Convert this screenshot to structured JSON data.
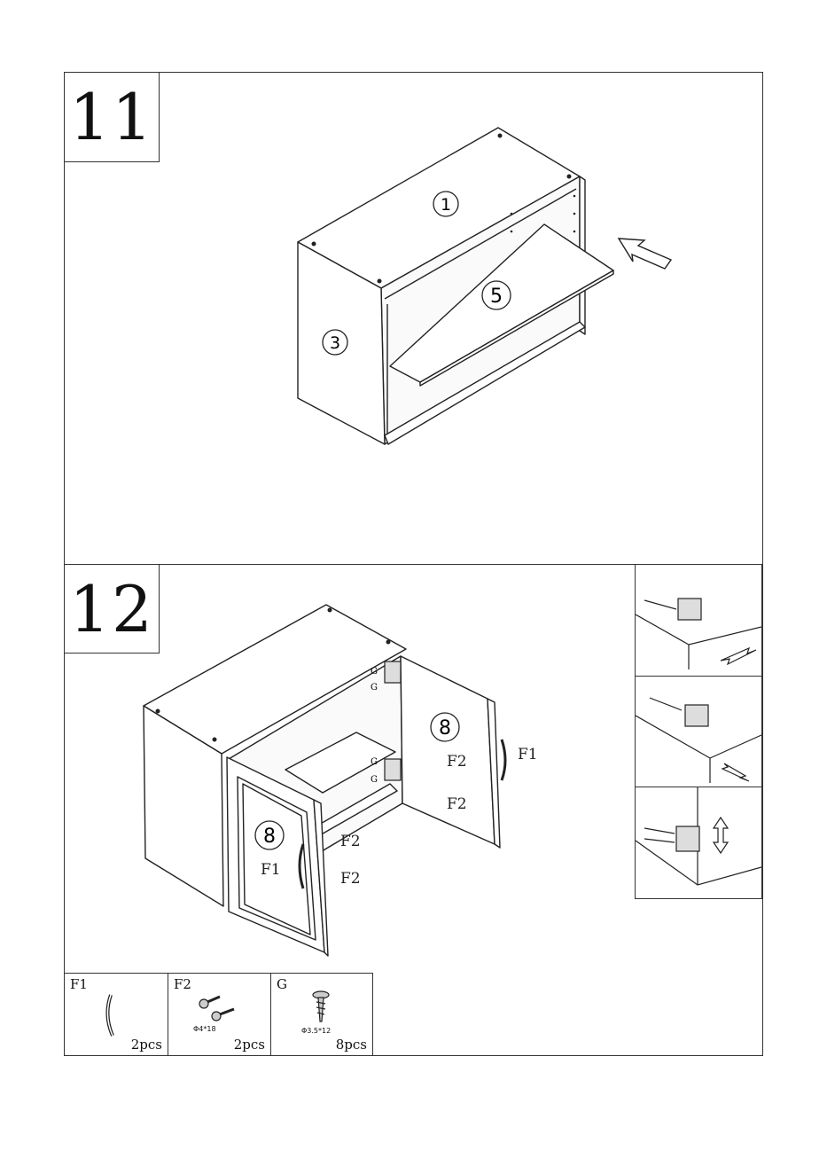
{
  "steps": [
    {
      "number": "11",
      "part_labels": [
        "1",
        "3",
        "5"
      ]
    },
    {
      "number": "12",
      "part_labels": [
        "8",
        "8"
      ],
      "hardware_labels": {
        "f1": "F1",
        "f2": "F2",
        "g": "G"
      }
    }
  ],
  "parts": [
    {
      "code": "F1",
      "spec": "",
      "qty": "2pcs",
      "icon": "handle-icon"
    },
    {
      "code": "F2",
      "spec": "Φ4*18",
      "qty": "2pcs",
      "icon": "screw-icon"
    },
    {
      "code": "G",
      "spec": "Φ3.5*12",
      "qty": "8pcs",
      "icon": "hinge-screw-icon"
    }
  ],
  "detail_views": [
    {
      "icon": "hinge-depth-adjust-icon",
      "adjust": "horizontal"
    },
    {
      "icon": "hinge-side-adjust-icon",
      "adjust": "horizontal"
    },
    {
      "icon": "hinge-height-adjust-icon",
      "adjust": "vertical"
    }
  ]
}
